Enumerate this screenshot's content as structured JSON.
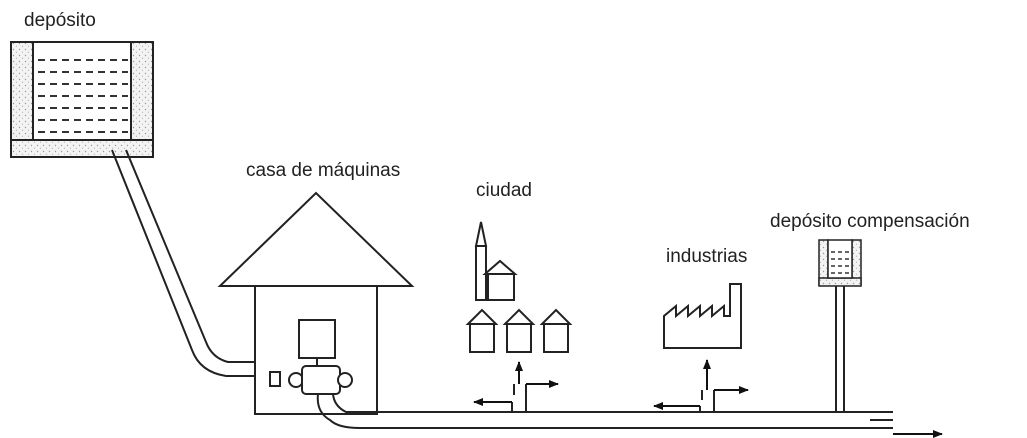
{
  "labels": {
    "reservoir": "depósito",
    "powerhouse": "casa de máquinas",
    "city": "ciudad",
    "industries": "industrias",
    "surge_tank": "depósito compensación"
  }
}
